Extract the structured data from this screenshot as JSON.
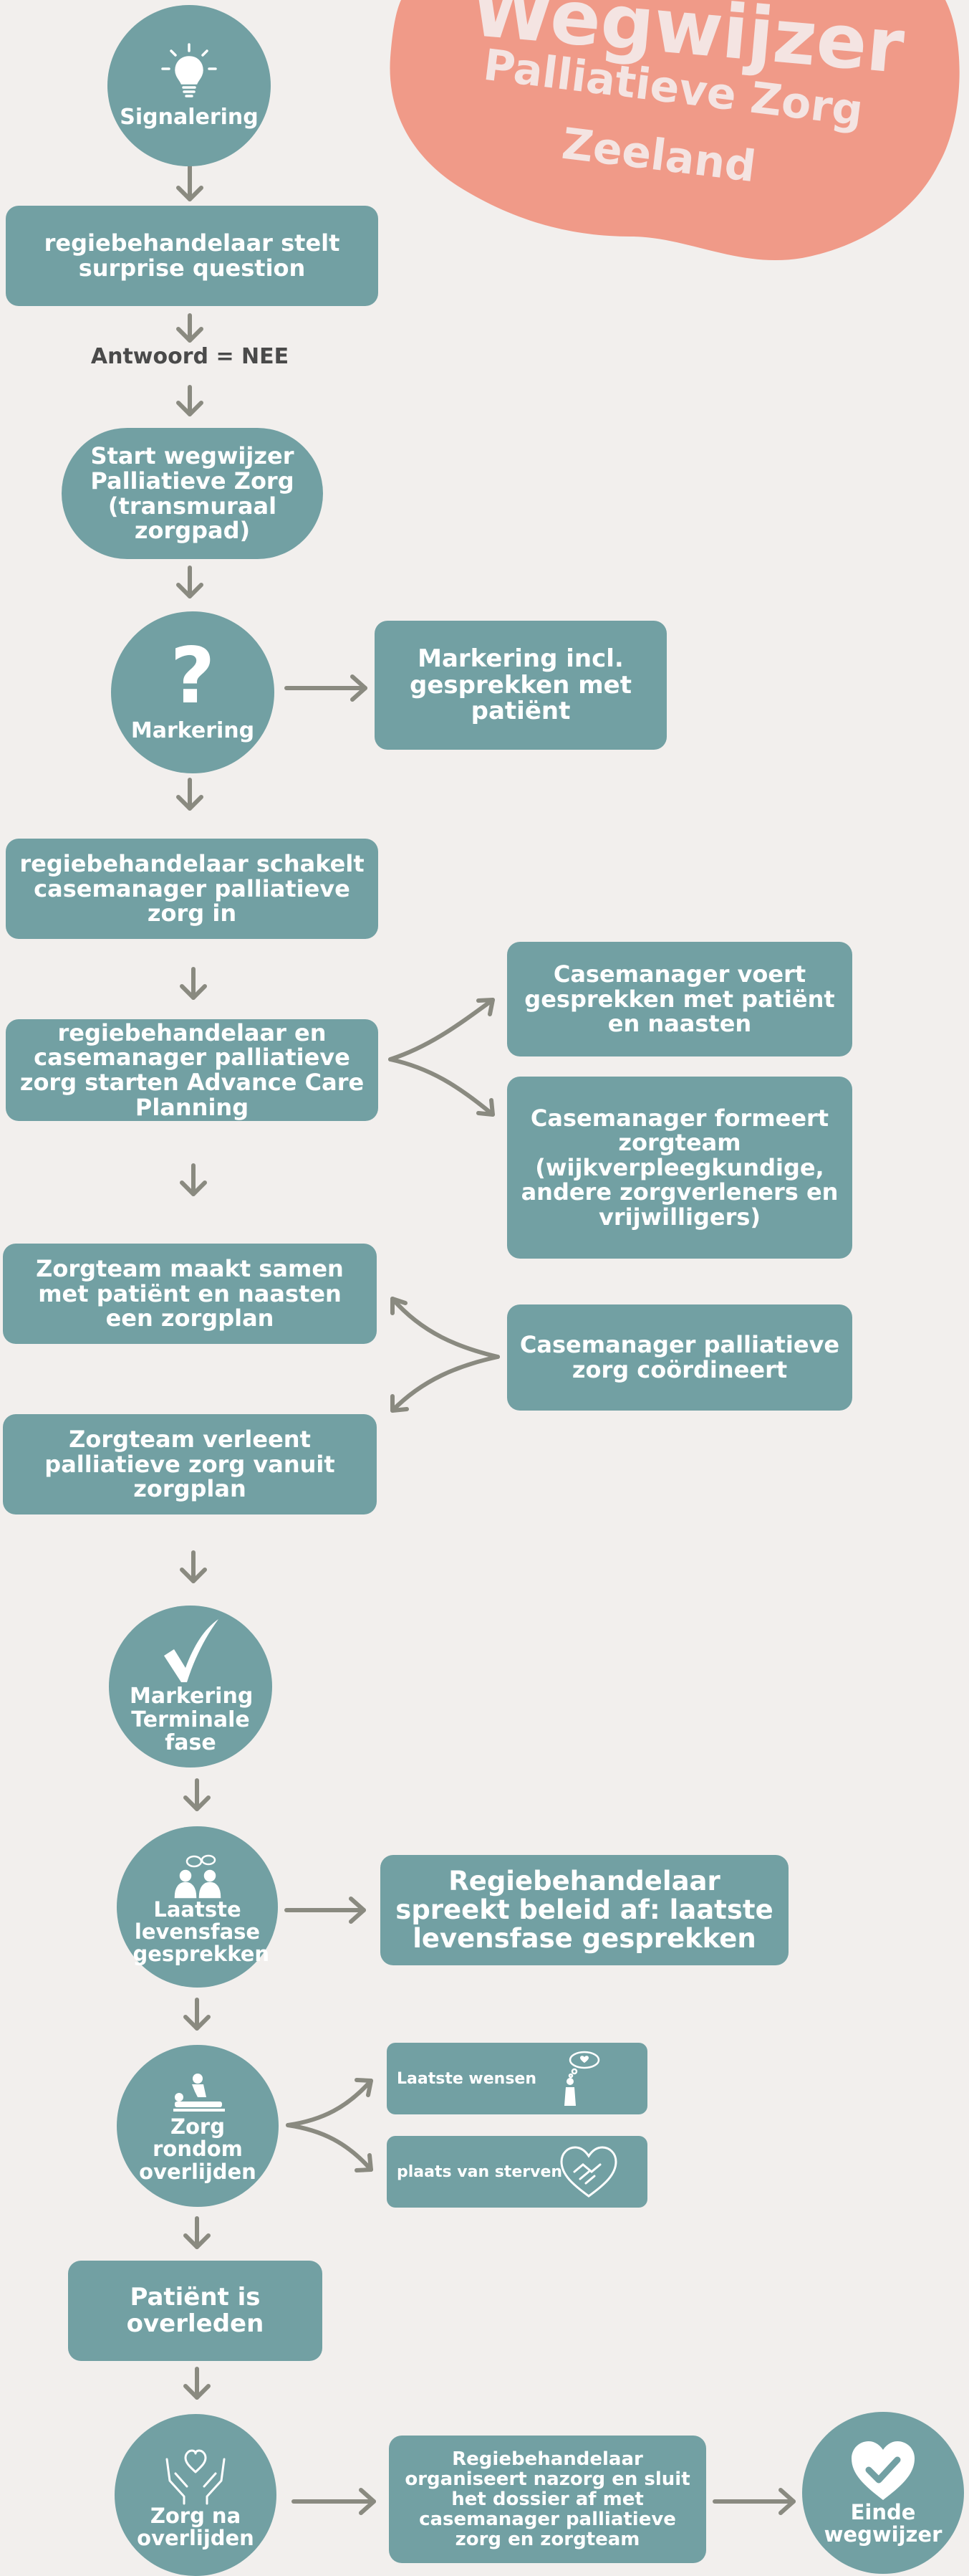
{
  "title": {
    "line1": "Wegwijzer",
    "line2": "Palliatieve Zorg",
    "line3": "Zeeland"
  },
  "nodes": {
    "signalering": "Signalering",
    "surprise": "regiebehandelaar stelt surprise question",
    "antwoord": "Antwoord = NEE",
    "start": "Start wegwijzer Palliatieve Zorg (transmuraal zorgpad)",
    "markering": "Markering",
    "markering_box": "Markering incl. gesprekken met patiënt",
    "schakelt": "regiebehandelaar schakelt casemanager palliatieve zorg in",
    "acp": "regiebehandelaar en casemanager palliatieve zorg starten Advance Care Planning",
    "cm_gesprekken": "Casemanager voert gesprekken met patiënt en naasten",
    "cm_zorgteam": "Casemanager formeert zorgteam (wijkverpleegkundige, andere zorgverleners en vrijwilligers)",
    "zorgplan": "Zorgteam maakt samen met patiënt en naasten een zorgplan",
    "coordineert": "Casemanager palliatieve zorg coördineert",
    "verleent": "Zorgteam verleent palliatieve zorg vanuit zorgplan",
    "terminale": "Markering Terminale fase",
    "laatste": "Laatste levensfase gesprekken",
    "beleid": "Regiebehandelaar spreekt beleid af: laatste levensfase gesprekken",
    "rondom": "Zorg rondom overlijden",
    "wensen": "Laatste wensen",
    "sterven": "plaats van sterven",
    "overleden": "Patiënt is overleden",
    "na": "Zorg na overlijden",
    "nazorg": "Regiebehandelaar organiseert nazorg en sluit het dossier af met casemanager palliatieve zorg en zorgteam",
    "einde": "Einde wegwijzer"
  },
  "colors": {
    "background": "#f2efed",
    "node": "#72a0a3",
    "banner": "#f09a88",
    "arrow": "#8a8a80"
  }
}
